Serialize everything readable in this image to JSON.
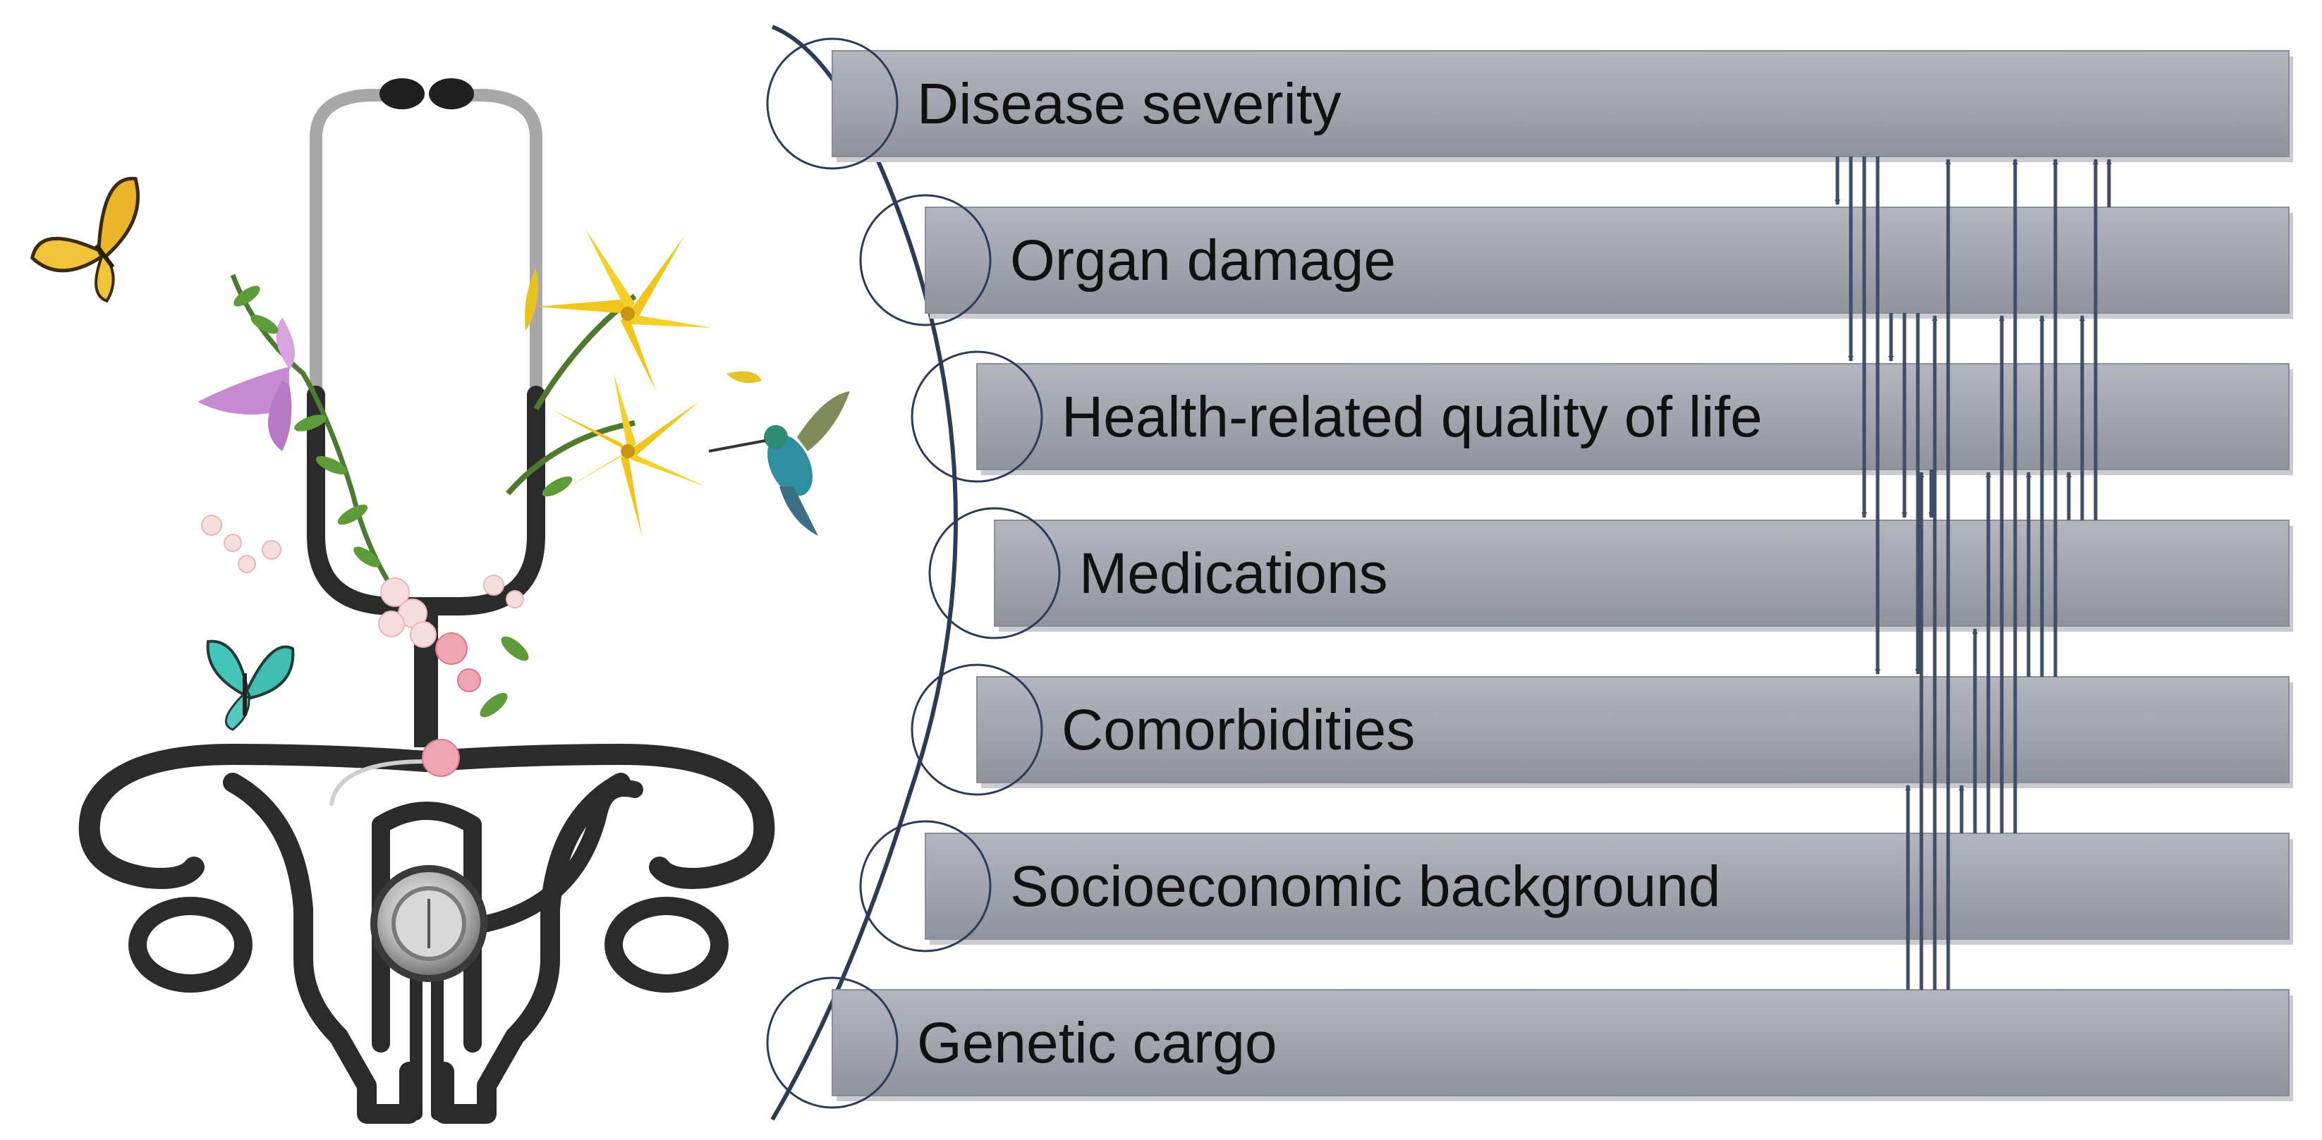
{
  "factors": [
    {
      "id": "disease-severity",
      "label": "Disease severity"
    },
    {
      "id": "organ-damage",
      "label": "Organ damage"
    },
    {
      "id": "hrqol",
      "label": "Health-related quality of life"
    },
    {
      "id": "medications",
      "label": "Medications"
    },
    {
      "id": "comorbidities",
      "label": "Comorbidities"
    },
    {
      "id": "socioeconomic",
      "label": "Socioeconomic background"
    },
    {
      "id": "genetic-cargo",
      "label": "Genetic cargo"
    }
  ],
  "influences": [
    {
      "from": "disease-severity",
      "to": "organ-damage"
    },
    {
      "from": "disease-severity",
      "to": "hrqol"
    },
    {
      "from": "disease-severity",
      "to": "medications"
    },
    {
      "from": "disease-severity",
      "to": "comorbidities"
    },
    {
      "from": "organ-damage",
      "to": "disease-severity"
    },
    {
      "from": "organ-damage",
      "to": "hrqol"
    },
    {
      "from": "organ-damage",
      "to": "medications"
    },
    {
      "from": "organ-damage",
      "to": "comorbidities"
    },
    {
      "from": "hrqol",
      "to": "medications"
    },
    {
      "from": "medications",
      "to": "hrqol"
    },
    {
      "from": "medications",
      "to": "organ-damage"
    },
    {
      "from": "medications",
      "to": "disease-severity"
    },
    {
      "from": "comorbidities",
      "to": "hrqol"
    },
    {
      "from": "comorbidities",
      "to": "organ-damage"
    },
    {
      "from": "comorbidities",
      "to": "disease-severity"
    },
    {
      "from": "socioeconomic",
      "to": "comorbidities"
    },
    {
      "from": "socioeconomic",
      "to": "medications"
    },
    {
      "from": "socioeconomic",
      "to": "hrqol"
    },
    {
      "from": "socioeconomic",
      "to": "organ-damage"
    },
    {
      "from": "socioeconomic",
      "to": "disease-severity"
    },
    {
      "from": "genetic-cargo",
      "to": "comorbidities"
    },
    {
      "from": "genetic-cargo",
      "to": "hrqol"
    },
    {
      "from": "genetic-cargo",
      "to": "organ-damage"
    },
    {
      "from": "genetic-cargo",
      "to": "disease-severity"
    }
  ],
  "illustration": {
    "elements": [
      "stethoscope-icon",
      "uterus-icon",
      "lily-flower-icon",
      "hummingbird-icon",
      "butterfly-icon"
    ]
  },
  "colors": {
    "bar": "#9fa3ad",
    "arrow": "#3f4d66",
    "arc": "#2d3b57",
    "tube": "#2b2b2b"
  }
}
